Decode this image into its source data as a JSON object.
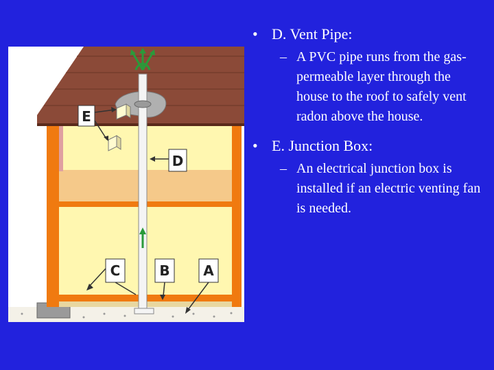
{
  "slide": {
    "sections": [
      {
        "heading": "D. Vent Pipe:",
        "body": "A PVC pipe runs from the gas-permeable layer through the house to the roof to safely vent radon above the house."
      },
      {
        "heading": "E. Junction Box:",
        "body": "An electrical junction box is installed if an electric venting fan is needed."
      }
    ]
  },
  "diagram": {
    "labels": {
      "a": "A",
      "b": "B",
      "c": "C",
      "d": "D",
      "e": "E"
    },
    "colors": {
      "roof": "#8b4a38",
      "wall_trim": "#f07a10",
      "interior": "#fff7b0",
      "floor": "#f5c98a",
      "pipe": "#f4f4f4",
      "arrow_green": "#2a9a3a",
      "ground": "#f4f1e8"
    }
  }
}
